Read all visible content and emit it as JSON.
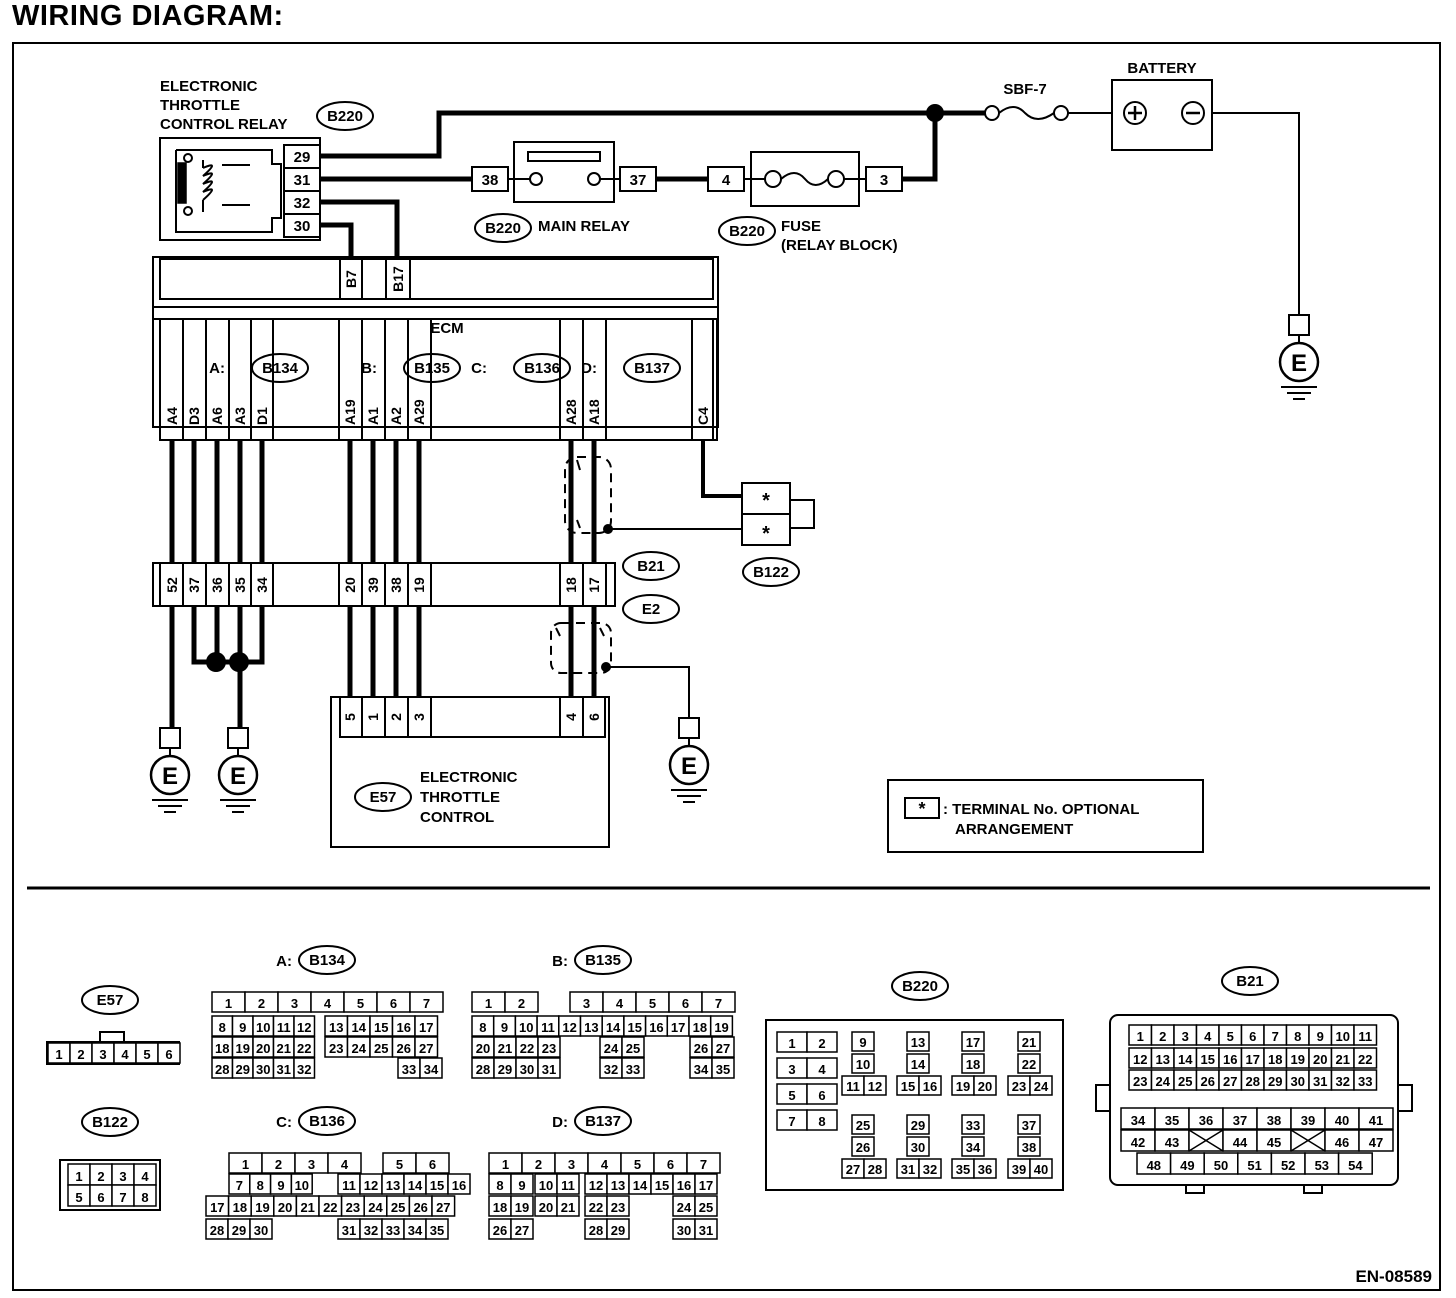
{
  "title": "WIRING DIAGRAM:",
  "doc_code": "EN-08589",
  "ground_symbol_label": "E",
  "etc_relay": {
    "name": "ELECTRONIC\nTHROTTLE\nCONTROL RELAY",
    "code": "B220",
    "pins": [
      "29",
      "31",
      "32",
      "30"
    ]
  },
  "main_relay": {
    "code": "B220",
    "label": "MAIN RELAY",
    "pins": [
      "38",
      "37"
    ]
  },
  "fuse": {
    "code": "B220",
    "label": "FUSE\n(RELAY BLOCK)",
    "pins": [
      "4",
      "3"
    ]
  },
  "sbf": {
    "label": "SBF-7"
  },
  "battery": {
    "label": "BATTERY"
  },
  "ecm": {
    "label": "ECM",
    "top_pins": [
      "B7",
      "B17"
    ],
    "connectors": [
      {
        "letter": "A:",
        "code": "B134"
      },
      {
        "letter": "B:",
        "code": "B135"
      },
      {
        "letter": "C:",
        "code": "B136"
      },
      {
        "letter": "D:",
        "code": "B137"
      }
    ],
    "bottom_pins": [
      "A4",
      "D3",
      "A6",
      "A3",
      "D1",
      "A19",
      "A1",
      "A2",
      "A29",
      "A28",
      "A18",
      "C4"
    ]
  },
  "b21_e2": {
    "codes": [
      "B21",
      "E2"
    ],
    "pins": [
      "52",
      "37",
      "36",
      "35",
      "34",
      "20",
      "39",
      "38",
      "19",
      "18",
      "17"
    ]
  },
  "b122": {
    "code": "B122",
    "pins": [
      "*",
      "*"
    ]
  },
  "throttle": {
    "code": "E57",
    "label": "ELECTRONIC\nTHROTTLE\nCONTROL",
    "pins": [
      "5",
      "1",
      "2",
      "3",
      "4",
      "6"
    ]
  },
  "legend": {
    "symbol": "*",
    "text": "TERMINAL No. OPTIONAL\nARRANGEMENT"
  },
  "connector_views": {
    "e57": {
      "code": "E57",
      "rows": [
        [
          "1",
          "2",
          "3",
          "4",
          "5",
          "6"
        ]
      ]
    },
    "b122": {
      "code": "B122",
      "rows": [
        [
          "1",
          "2",
          "3",
          "4"
        ],
        [
          "5",
          "6",
          "7",
          "8"
        ]
      ]
    },
    "b134": {
      "letter": "A:",
      "code": "B134",
      "rows": [
        [
          "1",
          "2",
          "3",
          "4",
          "5",
          "6",
          "7"
        ],
        [
          "8",
          "9",
          "10",
          "11",
          "12",
          "13",
          "14",
          "15",
          "16",
          "17"
        ],
        [
          "18",
          "19",
          "20",
          "21",
          "22",
          "23",
          "24",
          "25",
          "26",
          "27"
        ],
        [
          "28",
          "29",
          "30",
          "31",
          "32",
          "33",
          "34"
        ]
      ]
    },
    "b135": {
      "letter": "B:",
      "code": "B135",
      "rows": [
        [
          "1",
          "2",
          "3",
          "4",
          "5",
          "6",
          "7"
        ],
        [
          "8",
          "9",
          "10",
          "11",
          "12",
          "13",
          "14",
          "15",
          "16",
          "17",
          "18",
          "19"
        ],
        [
          "20",
          "21",
          "22",
          "23",
          "24",
          "25",
          "26",
          "27"
        ],
        [
          "28",
          "29",
          "30",
          "31",
          "32",
          "33",
          "34",
          "35"
        ]
      ]
    },
    "b136": {
      "letter": "C:",
      "code": "B136",
      "rows": [
        [
          "1",
          "2",
          "3",
          "4",
          "5",
          "6"
        ],
        [
          "7",
          "8",
          "9",
          "10",
          "11",
          "12",
          "13",
          "14",
          "15",
          "16"
        ],
        [
          "17",
          "18",
          "19",
          "20",
          "21",
          "22",
          "23",
          "24",
          "25",
          "26",
          "27"
        ],
        [
          "28",
          "29",
          "30",
          "31",
          "32",
          "33",
          "34",
          "35"
        ]
      ]
    },
    "b137": {
      "letter": "D:",
      "code": "B137",
      "rows": [
        [
          "1",
          "2",
          "3",
          "4",
          "5",
          "6",
          "7"
        ],
        [
          "8",
          "9",
          "10",
          "11",
          "12",
          "13",
          "14",
          "15",
          "16",
          "17"
        ],
        [
          "18",
          "19",
          "20",
          "21",
          "22",
          "23",
          "24",
          "25"
        ],
        [
          "26",
          "27",
          "28",
          "29",
          "30",
          "31"
        ]
      ]
    },
    "b220": {
      "code": "B220",
      "cells": [
        "1",
        "2",
        "3",
        "4",
        "5",
        "6",
        "7",
        "8",
        "9",
        "10",
        "11",
        "12",
        "13",
        "14",
        "15",
        "16",
        "17",
        "18",
        "19",
        "20",
        "21",
        "22",
        "23",
        "24",
        "25",
        "26",
        "27",
        "28",
        "29",
        "30",
        "31",
        "32",
        "33",
        "34",
        "35",
        "36",
        "37",
        "38",
        "39",
        "40"
      ]
    },
    "b21": {
      "code": "B21",
      "rows": [
        [
          "1",
          "2",
          "3",
          "4",
          "5",
          "6",
          "7",
          "8",
          "9",
          "10",
          "11"
        ],
        [
          "12",
          "13",
          "14",
          "15",
          "16",
          "17",
          "18",
          "19",
          "20",
          "21",
          "22"
        ],
        [
          "23",
          "24",
          "25",
          "26",
          "27",
          "28",
          "29",
          "30",
          "31",
          "32",
          "33"
        ],
        [
          "34",
          "35",
          "36",
          "37",
          "38",
          "39",
          "40",
          "41"
        ],
        [
          "42",
          "43",
          "44",
          "45",
          "46",
          "47"
        ],
        [
          "48",
          "49",
          "50",
          "51",
          "52",
          "53",
          "54"
        ]
      ]
    }
  }
}
